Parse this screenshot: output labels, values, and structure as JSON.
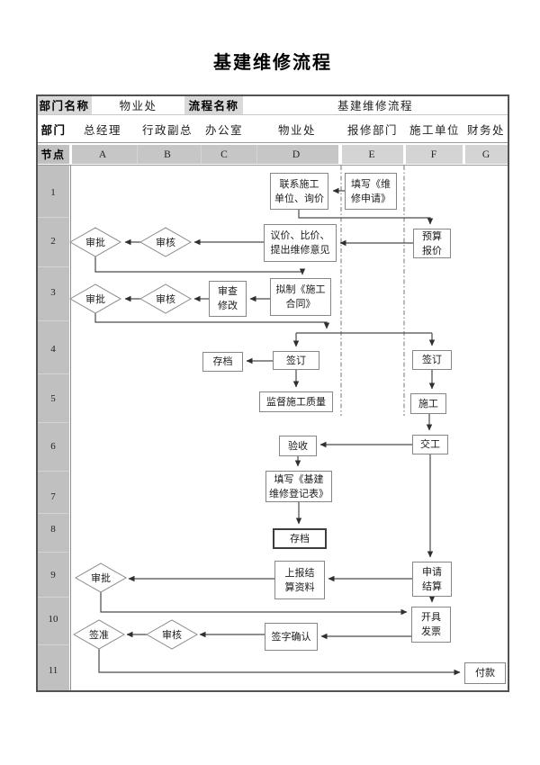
{
  "title": "基建维修流程",
  "info_header": {
    "dept_label": "部门名称",
    "dept_value": "物业处",
    "process_label": "流程名称",
    "process_value": "基建维修流程"
  },
  "columns_header": {
    "label": "部门",
    "departments": [
      "总经理",
      "行政副总",
      "办公室",
      "物业处",
      "报修部门",
      "施工单位",
      "财务处"
    ]
  },
  "nodes_header": {
    "label": "节点",
    "letters": [
      "A",
      "B",
      "C",
      "D",
      "E",
      "F",
      "G"
    ]
  },
  "rows": [
    "1",
    "2",
    "3",
    "4",
    "5",
    "6",
    "7",
    "8",
    "9",
    "10",
    "11"
  ],
  "nodes": {
    "contact": {
      "label": "联系施工\n单位、询价"
    },
    "fill_request": {
      "label": "填写《维\n修申请》"
    },
    "budget_quote": {
      "label": "预算\n报价"
    },
    "negotiate": {
      "label": "议价、比价、\n提出维修意见"
    },
    "review_2": {
      "label": "审核"
    },
    "approve_2": {
      "label": "审批"
    },
    "draft_contract": {
      "label": "拟制《施工\n合同》"
    },
    "review_modify": {
      "label": "审查\n修改"
    },
    "review_3": {
      "label": "审核"
    },
    "approve_3": {
      "label": "审批"
    },
    "archive_4": {
      "label": "存档"
    },
    "sign_d": {
      "label": "签订"
    },
    "sign_f": {
      "label": "签订"
    },
    "supervise": {
      "label": "监督施工质量"
    },
    "construct": {
      "label": "施工"
    },
    "acceptance": {
      "label": "验收"
    },
    "handover": {
      "label": "交工"
    },
    "fill_registry": {
      "label": "填写《基建\n维修登记表》"
    },
    "archive_8": {
      "label": "存档"
    },
    "submit_settlement": {
      "label": "上报结\n算资料"
    },
    "apply_settlement": {
      "label": "申请\n结算"
    },
    "approve_9": {
      "label": "审批"
    },
    "invoice": {
      "label": "开具\n发票"
    },
    "sign_confirm": {
      "label": "签字确认"
    },
    "review_10": {
      "label": "审核"
    },
    "approve_10": {
      "label": "签准"
    },
    "payment": {
      "label": "付款"
    }
  }
}
